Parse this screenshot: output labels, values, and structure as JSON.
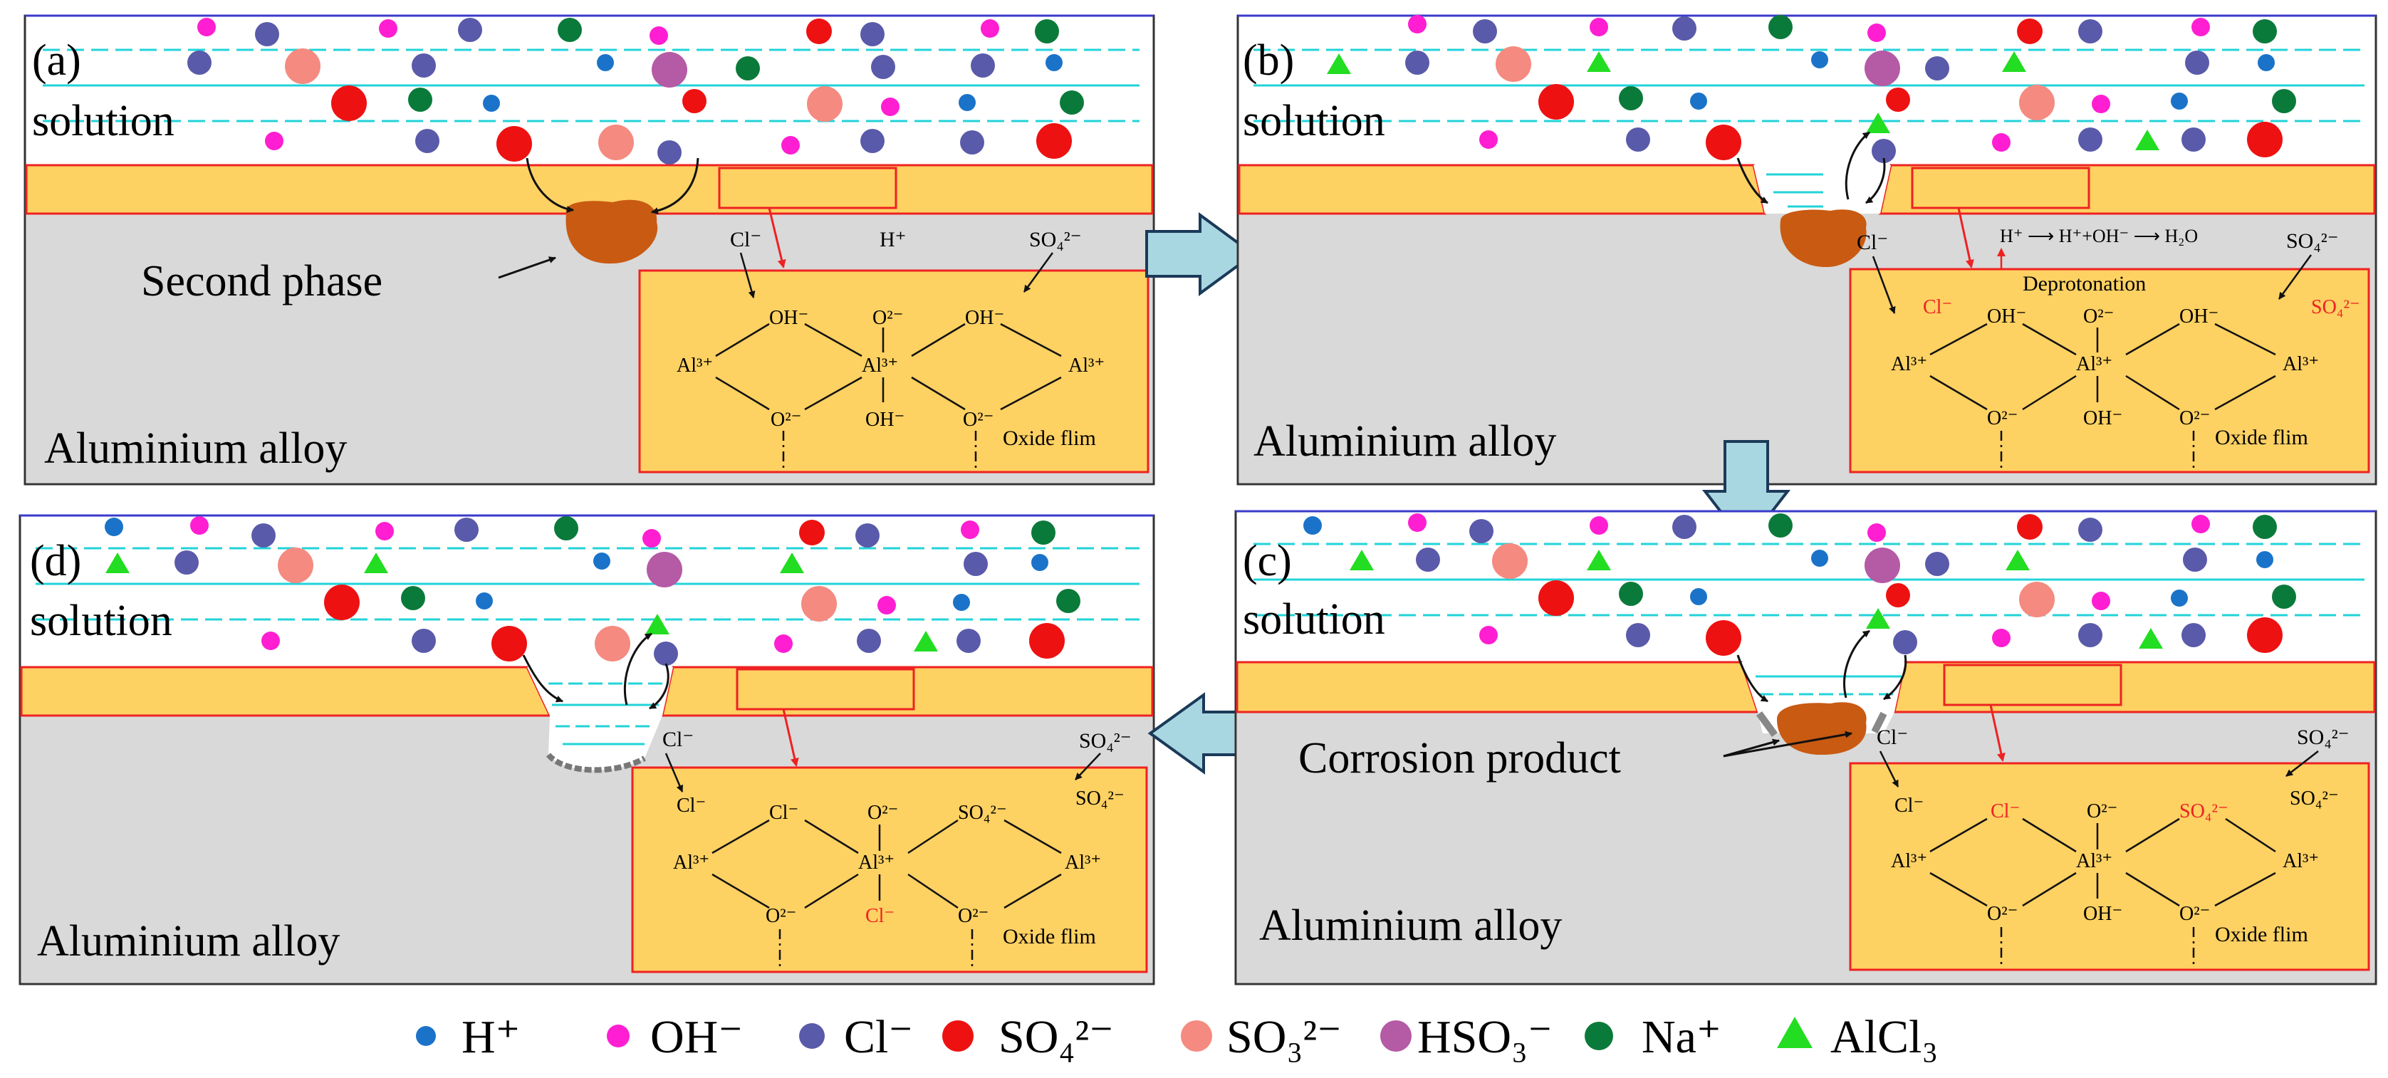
{
  "panels": [
    {
      "id": "a",
      "tag": "(a)",
      "solution_label": "solution",
      "alloy_label": "Aluminium alloy",
      "callout": "Second phase",
      "box": {
        "top_species": [
          "Cl⁻",
          "H⁺",
          "SO₄²⁻"
        ],
        "inner": [
          "OH⁻",
          "O²⁻",
          "OH⁻",
          "Al³⁺",
          "Al³⁺",
          "Al³⁺",
          "O²⁻",
          "OH⁻",
          "O²⁻"
        ],
        "film_label": "Oxide flim"
      }
    },
    {
      "id": "b",
      "tag": "(b)",
      "solution_label": "solution",
      "alloy_label": "Aluminium alloy",
      "box": {
        "top_species": [
          "Cl⁻",
          "H⁺ ⟶ H⁺+OH⁻ ⟶ H₂O",
          "SO₄²⁻"
        ],
        "note": "Deprotonation",
        "inner": [
          "Cl⁻",
          "OH⁻",
          "O²⁻",
          "OH⁻",
          "SO₄²⁻",
          "Al³⁺",
          "Al³⁺",
          "Al³⁺",
          "O²⁻",
          "OH⁻",
          "O²⁻"
        ],
        "film_label": "Oxide flim"
      }
    },
    {
      "id": "c",
      "tag": "(c)",
      "solution_label": "solution",
      "alloy_label": "Aluminium alloy",
      "callout": "Corrosion product",
      "box": {
        "top_species": [
          "Cl⁻",
          "SO₄²⁻"
        ],
        "inner": [
          "Cl⁻",
          "Cl⁻",
          "O²⁻",
          "SO₄²⁻",
          "SO₄²⁻",
          "Al³⁺",
          "Al³⁺",
          "Al³⁺",
          "O²⁻",
          "OH⁻",
          "O²⁻"
        ],
        "film_label": "Oxide flim"
      }
    },
    {
      "id": "d",
      "tag": "(d)",
      "solution_label": "solution",
      "alloy_label": "Aluminium alloy",
      "box": {
        "top_species": [
          "Cl⁻",
          "SO₄²⁻"
        ],
        "inner": [
          "Cl⁻",
          "Cl⁻",
          "O²⁻",
          "SO₄²⁻",
          "SO₄²⁻",
          "Al³⁺",
          "Al³⁺",
          "Al³⁺",
          "O²⁻",
          "Cl⁻",
          "O²⁻"
        ],
        "film_label": "Oxide flim"
      }
    }
  ],
  "legend": [
    {
      "label": "H⁺",
      "shape": "circle-small",
      "color": "#1a73c9"
    },
    {
      "label": "OH⁻",
      "shape": "circle-small",
      "color": "#ff1ed2"
    },
    {
      "label": "Cl⁻",
      "shape": "circle-medium",
      "color": "#5a5aaa"
    },
    {
      "label": "SO₄²⁻",
      "shape": "circle-large",
      "color": "#ee1111"
    },
    {
      "label": "SO₃²⁻",
      "shape": "circle-large",
      "color": "#f58a80"
    },
    {
      "label": "HSO₃⁻",
      "shape": "circle-large",
      "color": "#b55aa5"
    },
    {
      "label": "Na⁺",
      "shape": "circle-medium",
      "color": "#0a7a3a"
    },
    {
      "label": "AlCl₃",
      "shape": "triangle",
      "color": "#22dd22"
    }
  ],
  "colors": {
    "oxide": "#fdd162",
    "alloy": "#d9d9d9",
    "frame": "#333333",
    "solution_border": "#3a3acc",
    "red_line": "#ee2222",
    "water_line": "#22d3d8",
    "second_phase": "#c95a12",
    "arrow_fill": "#a9d7e1",
    "arrow_stroke": "#1b3a59"
  }
}
